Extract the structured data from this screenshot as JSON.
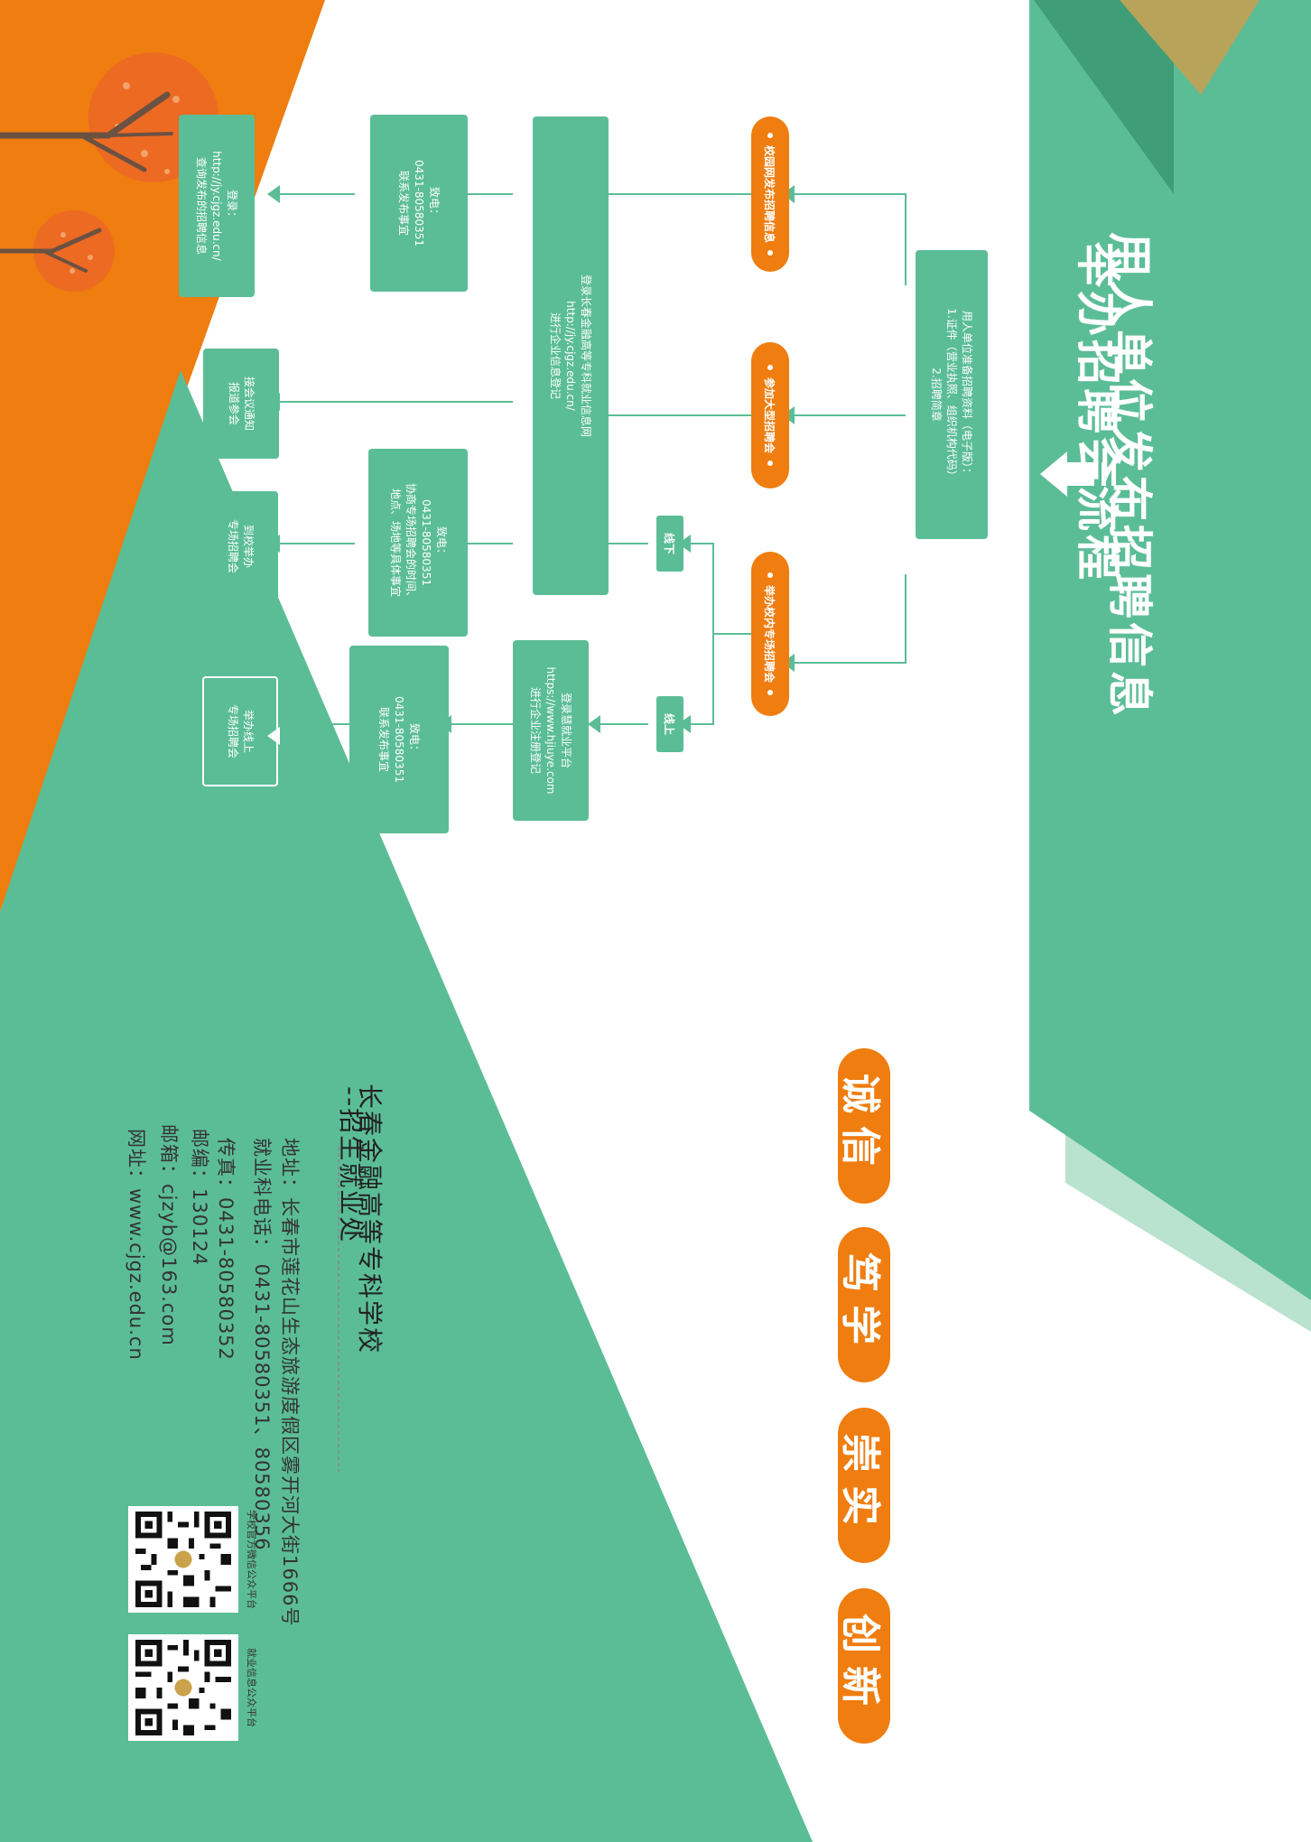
{
  "title": {
    "line1": "用人单位发布招聘信息",
    "line2": "举办招聘会流程"
  },
  "flow": {
    "start": [
      "用人单位准备招聘资料（电子版）：",
      "1.证件（营业执照、组织机构代码）",
      "2.招聘简章"
    ],
    "options": {
      "campus_net": "校园网发布招聘信息",
      "large_fair": "参加大型招聘会",
      "special_fair": "举办校内专场招聘会"
    },
    "offline_label": "线下",
    "online_label": "线上",
    "register_box": [
      "登录长春金融高等专科就业信息网",
      "http://jy.cjgz.edu.cn/",
      "进行企业信息登记"
    ],
    "online_register_box": [
      "登录慧就业平台",
      "https://www.hjiuye.com",
      "进行企业注册登记"
    ],
    "call_publish": [
      "致电：",
      "0431-80580351",
      "联系发布事宜"
    ],
    "call_venue": [
      "致电：",
      "0431-80580351",
      "协商专场招聘会的时间、",
      "地点、场地等具体事宜"
    ],
    "call_online": [
      "致电：",
      "0431-80580351",
      "联系发布事宜"
    ],
    "result_login": [
      "登录：",
      "http://jy.cjgz.edu.cn/",
      "查询发布的招聘信息"
    ],
    "result_notice": [
      "接会议通知",
      "报道参会"
    ],
    "result_campus": [
      "到校举办",
      "专场招聘会"
    ],
    "result_online": [
      "举办线上",
      "专场招聘会"
    ]
  },
  "motto": [
    "诚信",
    "笃学",
    "崇实",
    "创新"
  ],
  "contact": {
    "school": "长春金融高等专科学校",
    "office": "--招生就业处",
    "address": "地址：长春市莲花山生态旅游度假区雾开河大街1666号",
    "phone": "就业科电话： 0431-80580351、80580356",
    "fax": "传真：0431-80580352",
    "postcode": "邮编：130124",
    "email": "邮箱：cjzyb@163.com",
    "website": "网址：www.cjgz.edu.cn"
  },
  "qr": {
    "school_caption": "学校官方微信公众平台",
    "career_caption": "就业信息公众平台"
  },
  "colors": {
    "green": "#5bbd96",
    "orange": "#ef7d10",
    "dark_green": "#3f9e78",
    "light_green": "#b9e2cf",
    "gold": "#b8a35a"
  }
}
